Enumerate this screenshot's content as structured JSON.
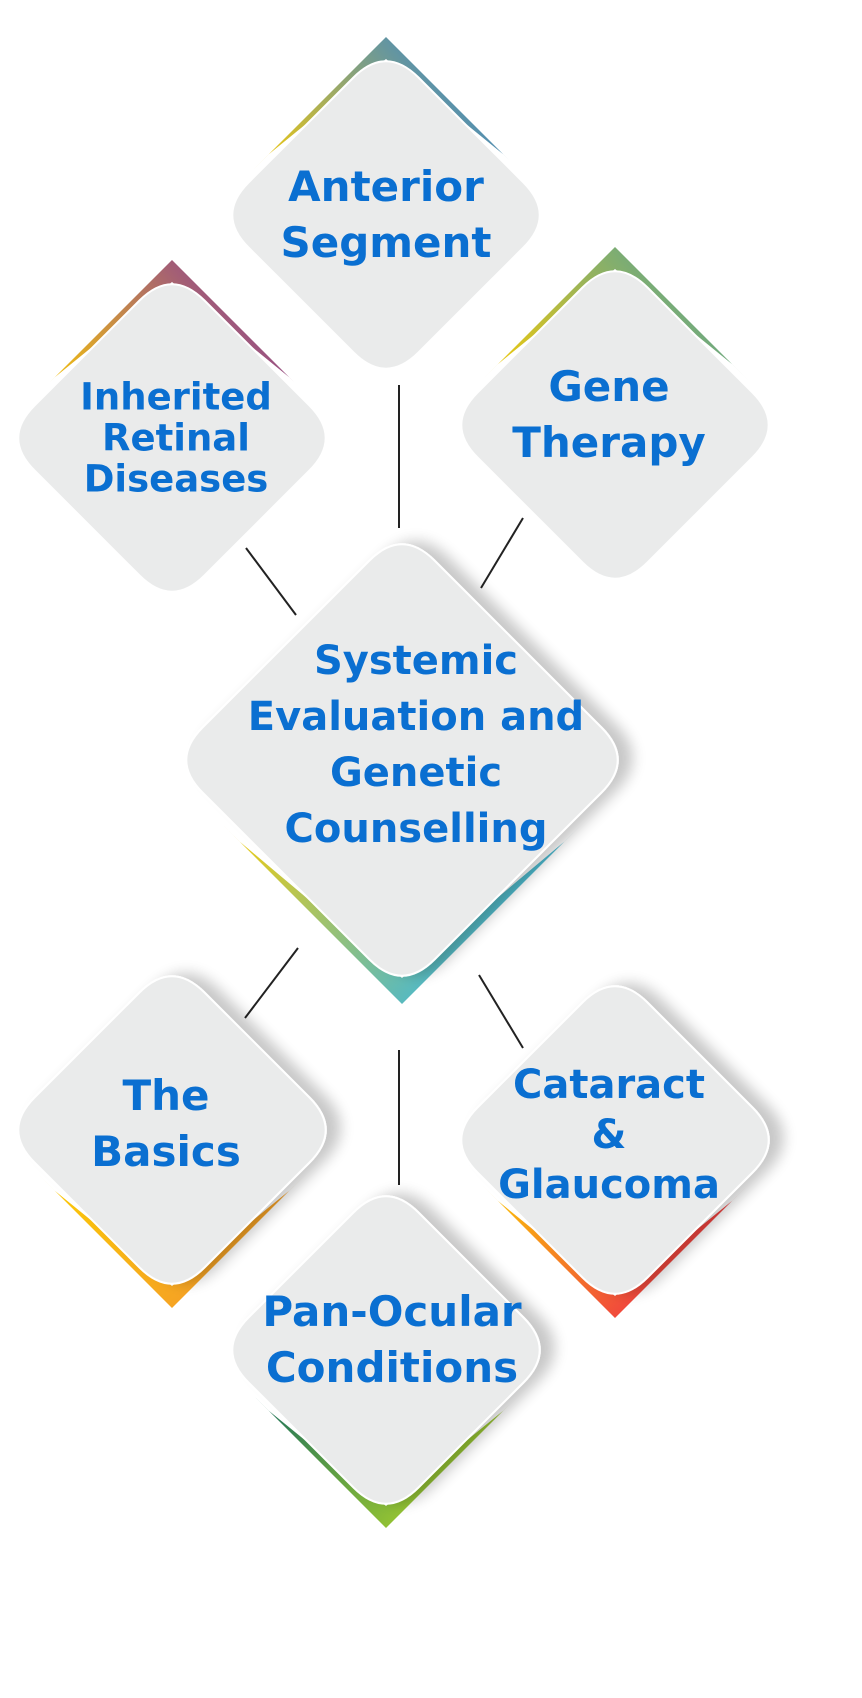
{
  "diagram": {
    "type": "hub-and-spoke",
    "text_color": "#0a6fd1",
    "card_color": "#eaebeb",
    "connector_color": "#222222",
    "center": {
      "id": "systemic",
      "lines": [
        "Systemic",
        "Evaluation and",
        "Genetic",
        "Counselling"
      ],
      "accent": {
        "position": "bottom",
        "from": "#fccd02",
        "to": "#33b5ea"
      }
    },
    "nodes": [
      {
        "id": "anterior",
        "lines": [
          "Anterior",
          "Segment"
        ],
        "accent": {
          "position": "top",
          "from": "#fccd02",
          "to": "#3a86cc"
        }
      },
      {
        "id": "inherited",
        "lines": [
          "Inherited",
          "Retinal",
          "Diseases"
        ],
        "accent": {
          "position": "top",
          "from": "#fccd02",
          "to": "#8a3f96"
        }
      },
      {
        "id": "gene",
        "lines": [
          "Gene",
          "Therapy"
        ],
        "accent": {
          "position": "top",
          "from": "#fccd02",
          "to": "#5ba491"
        }
      },
      {
        "id": "basics",
        "lines": [
          "The",
          "Basics"
        ],
        "accent": {
          "position": "bottom",
          "from": "#fccd02",
          "to": "#f49a2b"
        }
      },
      {
        "id": "cataract",
        "lines": [
          "Cataract",
          "&",
          "Glaucoma"
        ],
        "accent": {
          "position": "bottom",
          "from": "#fccd02",
          "to": "#ee2a4a"
        }
      },
      {
        "id": "panocular",
        "lines": [
          "Pan-Ocular",
          "Conditions"
        ],
        "accent": {
          "position": "bottom",
          "from": "#136b5e",
          "to": "#b0d62a"
        }
      }
    ],
    "edges": [
      [
        "systemic",
        "anterior"
      ],
      [
        "systemic",
        "inherited"
      ],
      [
        "systemic",
        "gene"
      ],
      [
        "systemic",
        "basics"
      ],
      [
        "systemic",
        "cataract"
      ],
      [
        "systemic",
        "panocular"
      ]
    ]
  }
}
